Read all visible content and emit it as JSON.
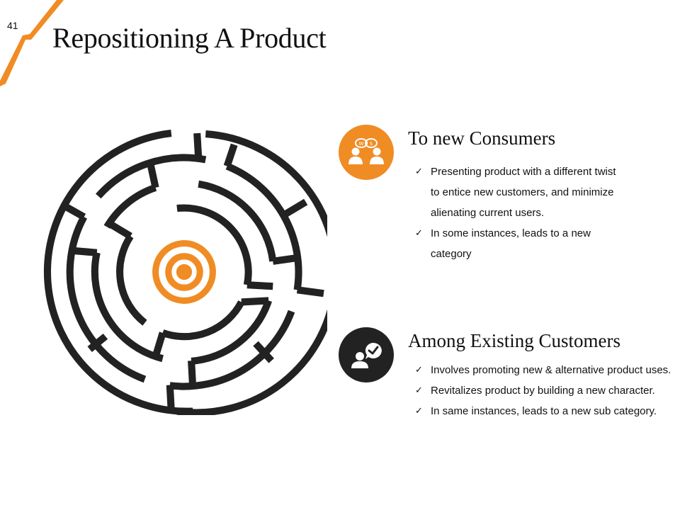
{
  "slide": {
    "number": "41",
    "title": "Repositioning A Product"
  },
  "colors": {
    "accent": "#f08c24",
    "dark": "#222222",
    "text": "#111111"
  },
  "maze": {
    "icon": "maze-with-target-icon"
  },
  "sections": [
    {
      "title": "To new Consumers",
      "icon": "people-exchange-icon",
      "bullets": [
        "Presenting product with a different twist to entice new customers, and minimize alienating current users.",
        "In some instances, leads to a new category"
      ]
    },
    {
      "title": "Among Existing Customers",
      "icon": "user-check-chat-icon",
      "bullets": [
        "Involves promoting new & alternative product uses.",
        "Revitalizes product by building a new character.",
        "In same instances, leads to a new sub category."
      ]
    }
  ]
}
